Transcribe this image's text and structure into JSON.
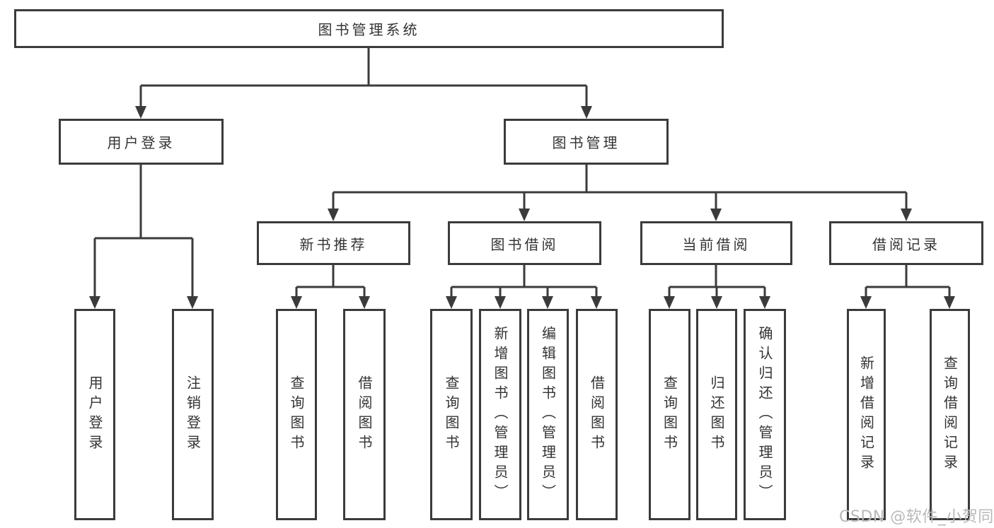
{
  "diagram": {
    "root": {
      "label": "图书管理系统"
    },
    "user_login": {
      "label": "用户登录",
      "children": {
        "login": "用户登录",
        "logout": "注销登录"
      }
    },
    "book_management": {
      "label": "图书管理",
      "children": {
        "new_book_rec": {
          "label": "新书推荐",
          "children": {
            "query_books": "查询图书",
            "borrow_books": "借阅图书"
          }
        },
        "book_borrow": {
          "label": "图书借阅",
          "children": {
            "query_books": "查询图书",
            "add_books": "新增图书（管理员）",
            "edit_books": "编辑图书（管理员）",
            "borrow_books": "借阅图书"
          }
        },
        "current_borrow": {
          "label": "当前借阅",
          "children": {
            "query_books": "查询图书",
            "return_books": "归还图书",
            "confirm_return": "确认归还（管理员）"
          }
        },
        "borrow_records": {
          "label": "借阅记录",
          "children": {
            "add_record": "新增借阅记录",
            "query_record": "查询借阅记录"
          }
        }
      }
    }
  },
  "watermark": "CSDN @软件_小贺同学",
  "colors": {
    "line": "#3b3b3d",
    "text": "#333333",
    "watermark": "#b9b9b9",
    "background": "#ffffff"
  }
}
